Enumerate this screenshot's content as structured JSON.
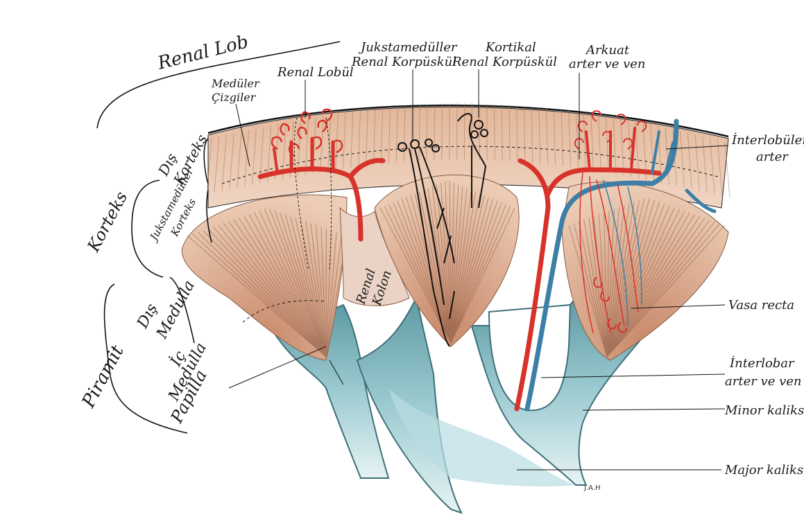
{
  "labels": {
    "renal_lob": "Renal Lob",
    "renal_lobul": "Renal Lobül",
    "meduller_cizgiler_1": "Medüler",
    "meduller_cizgiler_2": "Çizgiler",
    "jukstameduller_korpuskul_1": "Jukstamedüller",
    "jukstameduller_korpuskul_2": "Renal Korpüskül",
    "kortikal_korpuskul_1": "Kortikal",
    "kortikal_korpuskul_2": "Renal Korpüskül",
    "arkuat_1": "Arkuat",
    "arkuat_2": "arter ve ven",
    "interlobuler_1": "İnterlobüler",
    "interlobuler_2": "arter",
    "dis_korteks_1": "Dış",
    "dis_korteks_2": "Korteks",
    "jukstameduller_korteks_1": "Jukstamedüller",
    "jukstameduller_korteks_2": "Korteks",
    "korteks": "Korteks",
    "dis_medulla_1": "Dış",
    "dis_medulla_2": "Medulla",
    "ic_medulla_1": "İç",
    "ic_medulla_2": "Medulla",
    "piramit": "Piramit",
    "papilla": "Papilla",
    "renal_kolon_1": "Renal",
    "renal_kolon_2": "Kolon",
    "vasa_recta": "Vasa recta",
    "interlobar_1": "İnterlobar",
    "interlobar_2": "arter ve ven",
    "minor_kaliks": "Minor kaliks",
    "major_kaliks": "Major kaliks",
    "signature": "J.A.H"
  },
  "colors": {
    "cortex": "#e8c2a4",
    "pyramid": "#d9a584",
    "striation": "#9a6b52",
    "column": "#ead3c4",
    "calyx": "#8fbfc6",
    "calyx_edge": "#3d7079",
    "artery": "#d8332a",
    "vein": "#3d7fa6",
    "black_vessel": "#111111"
  }
}
